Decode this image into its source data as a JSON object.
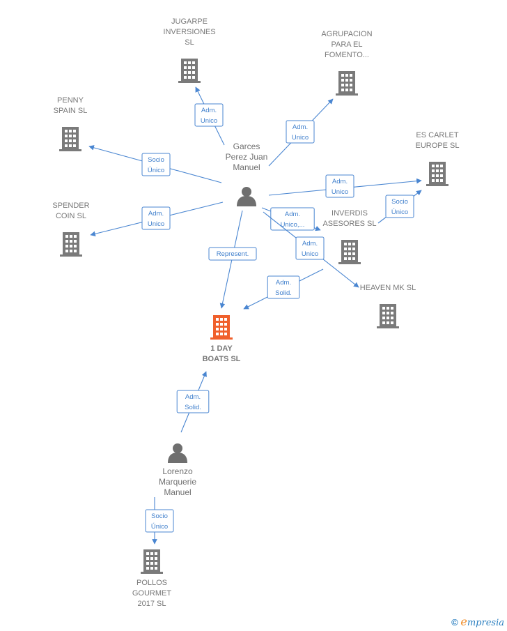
{
  "colors": {
    "company": "#7a7a7a",
    "main_company": "#f0602c",
    "person": "#6f6f6f",
    "edge": "#4a86d1",
    "edge_text": "#3f7fcc"
  },
  "nodes": [
    {
      "id": "jugarpe",
      "kind": "company",
      "lines": [
        "JUGARPE",
        "INVERSIONES",
        "SL"
      ],
      "icon": "building-icon"
    },
    {
      "id": "agrupacion",
      "kind": "company",
      "lines": [
        "AGRUPACION",
        "PARA EL",
        "FOMENTO..."
      ],
      "icon": "building-icon"
    },
    {
      "id": "penny",
      "kind": "company",
      "lines": [
        "PENNY",
        "SPAIN  SL"
      ],
      "icon": "building-icon"
    },
    {
      "id": "escarlet",
      "kind": "company",
      "lines": [
        "ES CARLET",
        "EUROPE  SL"
      ],
      "icon": "building-icon"
    },
    {
      "id": "spender",
      "kind": "company",
      "lines": [
        "SPENDER",
        "COIN SL"
      ],
      "icon": "building-icon"
    },
    {
      "id": "inverdis",
      "kind": "company",
      "lines": [
        "INVERDIS",
        "ASESORES  SL"
      ],
      "icon": "building-icon"
    },
    {
      "id": "heaven",
      "kind": "company",
      "lines": [
        "HEAVEN MK  SL"
      ],
      "icon": "building-icon"
    },
    {
      "id": "oneday",
      "kind": "main",
      "lines": [
        "1 DAY",
        "BOATS  SL"
      ],
      "icon": "building-icon"
    },
    {
      "id": "pollos",
      "kind": "company",
      "lines": [
        "POLLOS",
        "GOURMET",
        "2017  SL"
      ],
      "icon": "building-icon"
    },
    {
      "id": "garces",
      "kind": "person",
      "lines": [
        "Garces",
        "Perez Juan",
        "Manuel"
      ],
      "icon": "person-icon"
    },
    {
      "id": "lorenzo",
      "kind": "person",
      "lines": [
        "Lorenzo",
        "Marquerie",
        "Manuel"
      ],
      "icon": "person-icon"
    }
  ],
  "edges": [
    {
      "from": "garces",
      "to": "jugarpe",
      "lines": [
        "Adm.",
        "Unico"
      ]
    },
    {
      "from": "garces",
      "to": "agrupacion",
      "lines": [
        "Adm.",
        "Unico"
      ]
    },
    {
      "from": "garces",
      "to": "penny",
      "lines": [
        "Socio",
        "Único"
      ]
    },
    {
      "from": "garces",
      "to": "escarlet",
      "lines": [
        "Adm.",
        "Unico"
      ]
    },
    {
      "from": "garces",
      "to": "spender",
      "lines": [
        "Adm.",
        "Unico"
      ]
    },
    {
      "from": "garces",
      "to": "inverdis",
      "lines": [
        "Adm.",
        "Unico,..."
      ]
    },
    {
      "from": "garces",
      "to": "heaven",
      "lines": [
        "Adm.",
        "Unico"
      ]
    },
    {
      "from": "garces",
      "to": "oneday",
      "lines": [
        "Represent."
      ]
    },
    {
      "from": "inverdis",
      "to": "escarlet",
      "lines": [
        "Socio",
        "Único"
      ]
    },
    {
      "from": "inverdis",
      "to": "oneday",
      "lines": [
        "Adm.",
        "Solid."
      ]
    },
    {
      "from": "lorenzo",
      "to": "oneday",
      "lines": [
        "Adm.",
        "Solid."
      ]
    },
    {
      "from": "lorenzo",
      "to": "pollos",
      "lines": [
        "Socio",
        "Único"
      ]
    }
  ],
  "footer": {
    "copyright": "©",
    "brand_initial": "e",
    "brand_rest": "mpresia"
  }
}
